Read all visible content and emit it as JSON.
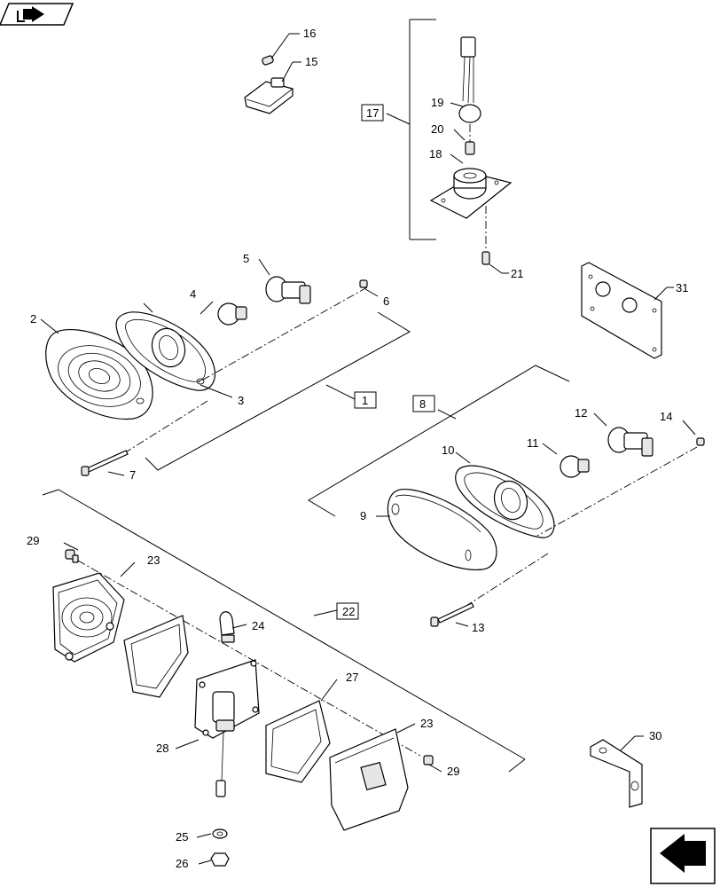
{
  "labels": {
    "l1": "1",
    "l2": "2",
    "l3": "3",
    "l4": "4",
    "l5": "5",
    "l6": "6",
    "l7": "7",
    "l8": "8",
    "l9": "9",
    "l10": "10",
    "l11": "11",
    "l12": "12",
    "l13": "13",
    "l14": "14",
    "l15": "15",
    "l16": "16",
    "l17": "17",
    "l18": "18",
    "l19": "19",
    "l20": "20",
    "l21": "21",
    "l22": "22",
    "l23a": "23",
    "l23b": "23",
    "l24": "24",
    "l25": "25",
    "l26": "26",
    "l27": "27",
    "l28": "28",
    "l29a": "29",
    "l29b": "29",
    "l30": "30",
    "l31": "31"
  },
  "icons": {
    "top_left": "arrow-right-icon",
    "bottom_right": "next-page-arrow-icon"
  }
}
